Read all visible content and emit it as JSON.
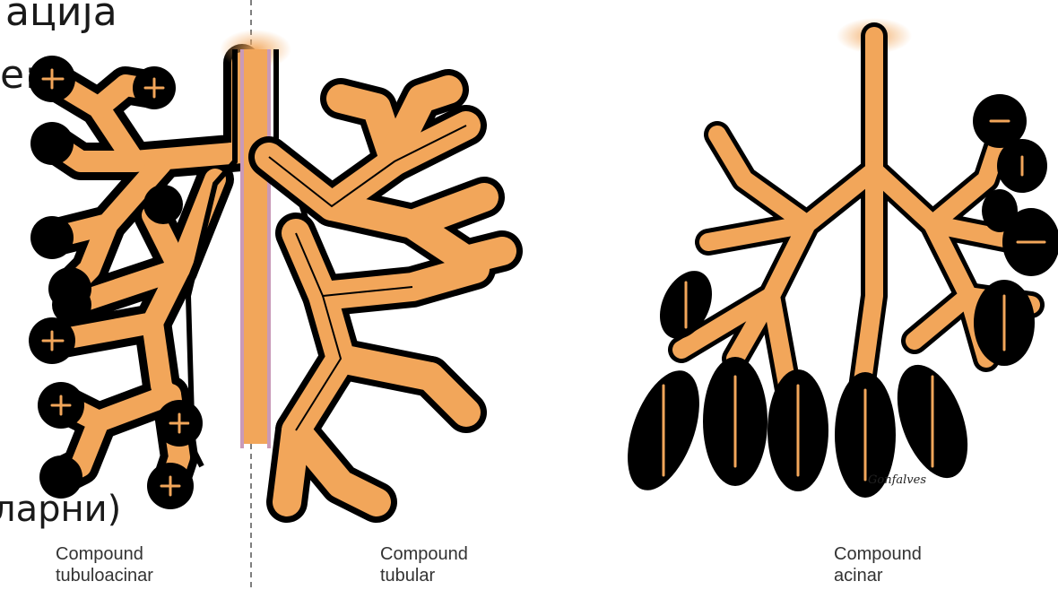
{
  "slide": {
    "heading_fragment": "ација",
    "colon_fragment": "е:",
    "bracket_fragment": "ларни)"
  },
  "figure": {
    "captions": [
      {
        "line1": "Compound",
        "line2": "tubuloacinar"
      },
      {
        "line1": "Compound",
        "line2": "tubular"
      },
      {
        "line1": "Compound",
        "line2": "acinar"
      }
    ],
    "signature": "Gonfalves",
    "colors": {
      "duct": "#f2a65a",
      "secretory": "#000000",
      "duct_lining": "#c99ab8",
      "glow": "#f7cf9a"
    }
  }
}
